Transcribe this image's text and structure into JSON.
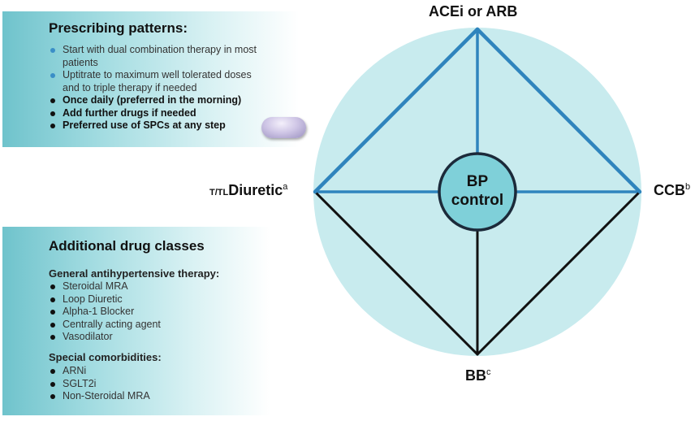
{
  "prescribing": {
    "title": "Prescribing patterns:",
    "items": [
      {
        "text": "Start with dual combination therapy in most patients",
        "bold": false,
        "bullet": "blue"
      },
      {
        "text": "Uptitrate to maximum well tolerated doses and to triple therapy if needed",
        "bold": false,
        "bullet": "blue"
      },
      {
        "text": "Once daily (preferred in the morning)",
        "bold": true,
        "bullet": "black"
      },
      {
        "text": "Add further drugs if needed",
        "bold": true,
        "bullet": "black"
      },
      {
        "text": "Preferred use of SPCs at any step",
        "bold": true,
        "bullet": "black"
      }
    ]
  },
  "additional": {
    "title": "Additional drug classes",
    "general_heading": "General antihypertensive therapy:",
    "general_items": [
      "Steroidal MRA",
      "Loop Diuretic",
      "Alpha-1 Blocker",
      "Centrally acting agent",
      "Vasodilator"
    ],
    "special_heading": "Special comorbidities:",
    "special_items": [
      "ARNi",
      "SGLT2i",
      "Non-Steroidal MRA"
    ]
  },
  "diagram": {
    "top_label": "ACEi or ARB",
    "left_prefix": "T/TL",
    "left_label": "Diuretic",
    "left_sup": "a",
    "right_label": "CCB",
    "right_sup": "b",
    "bottom_label": "BB",
    "bottom_sup": "c",
    "center_line1": "BP",
    "center_line2": "control",
    "colors": {
      "circle_fill": "#c8ebee",
      "blue_lines": "#2f84bd",
      "black_lines": "#111111",
      "center_fill": "#7fd0d9",
      "center_stroke": "#1c2a3a"
    }
  }
}
